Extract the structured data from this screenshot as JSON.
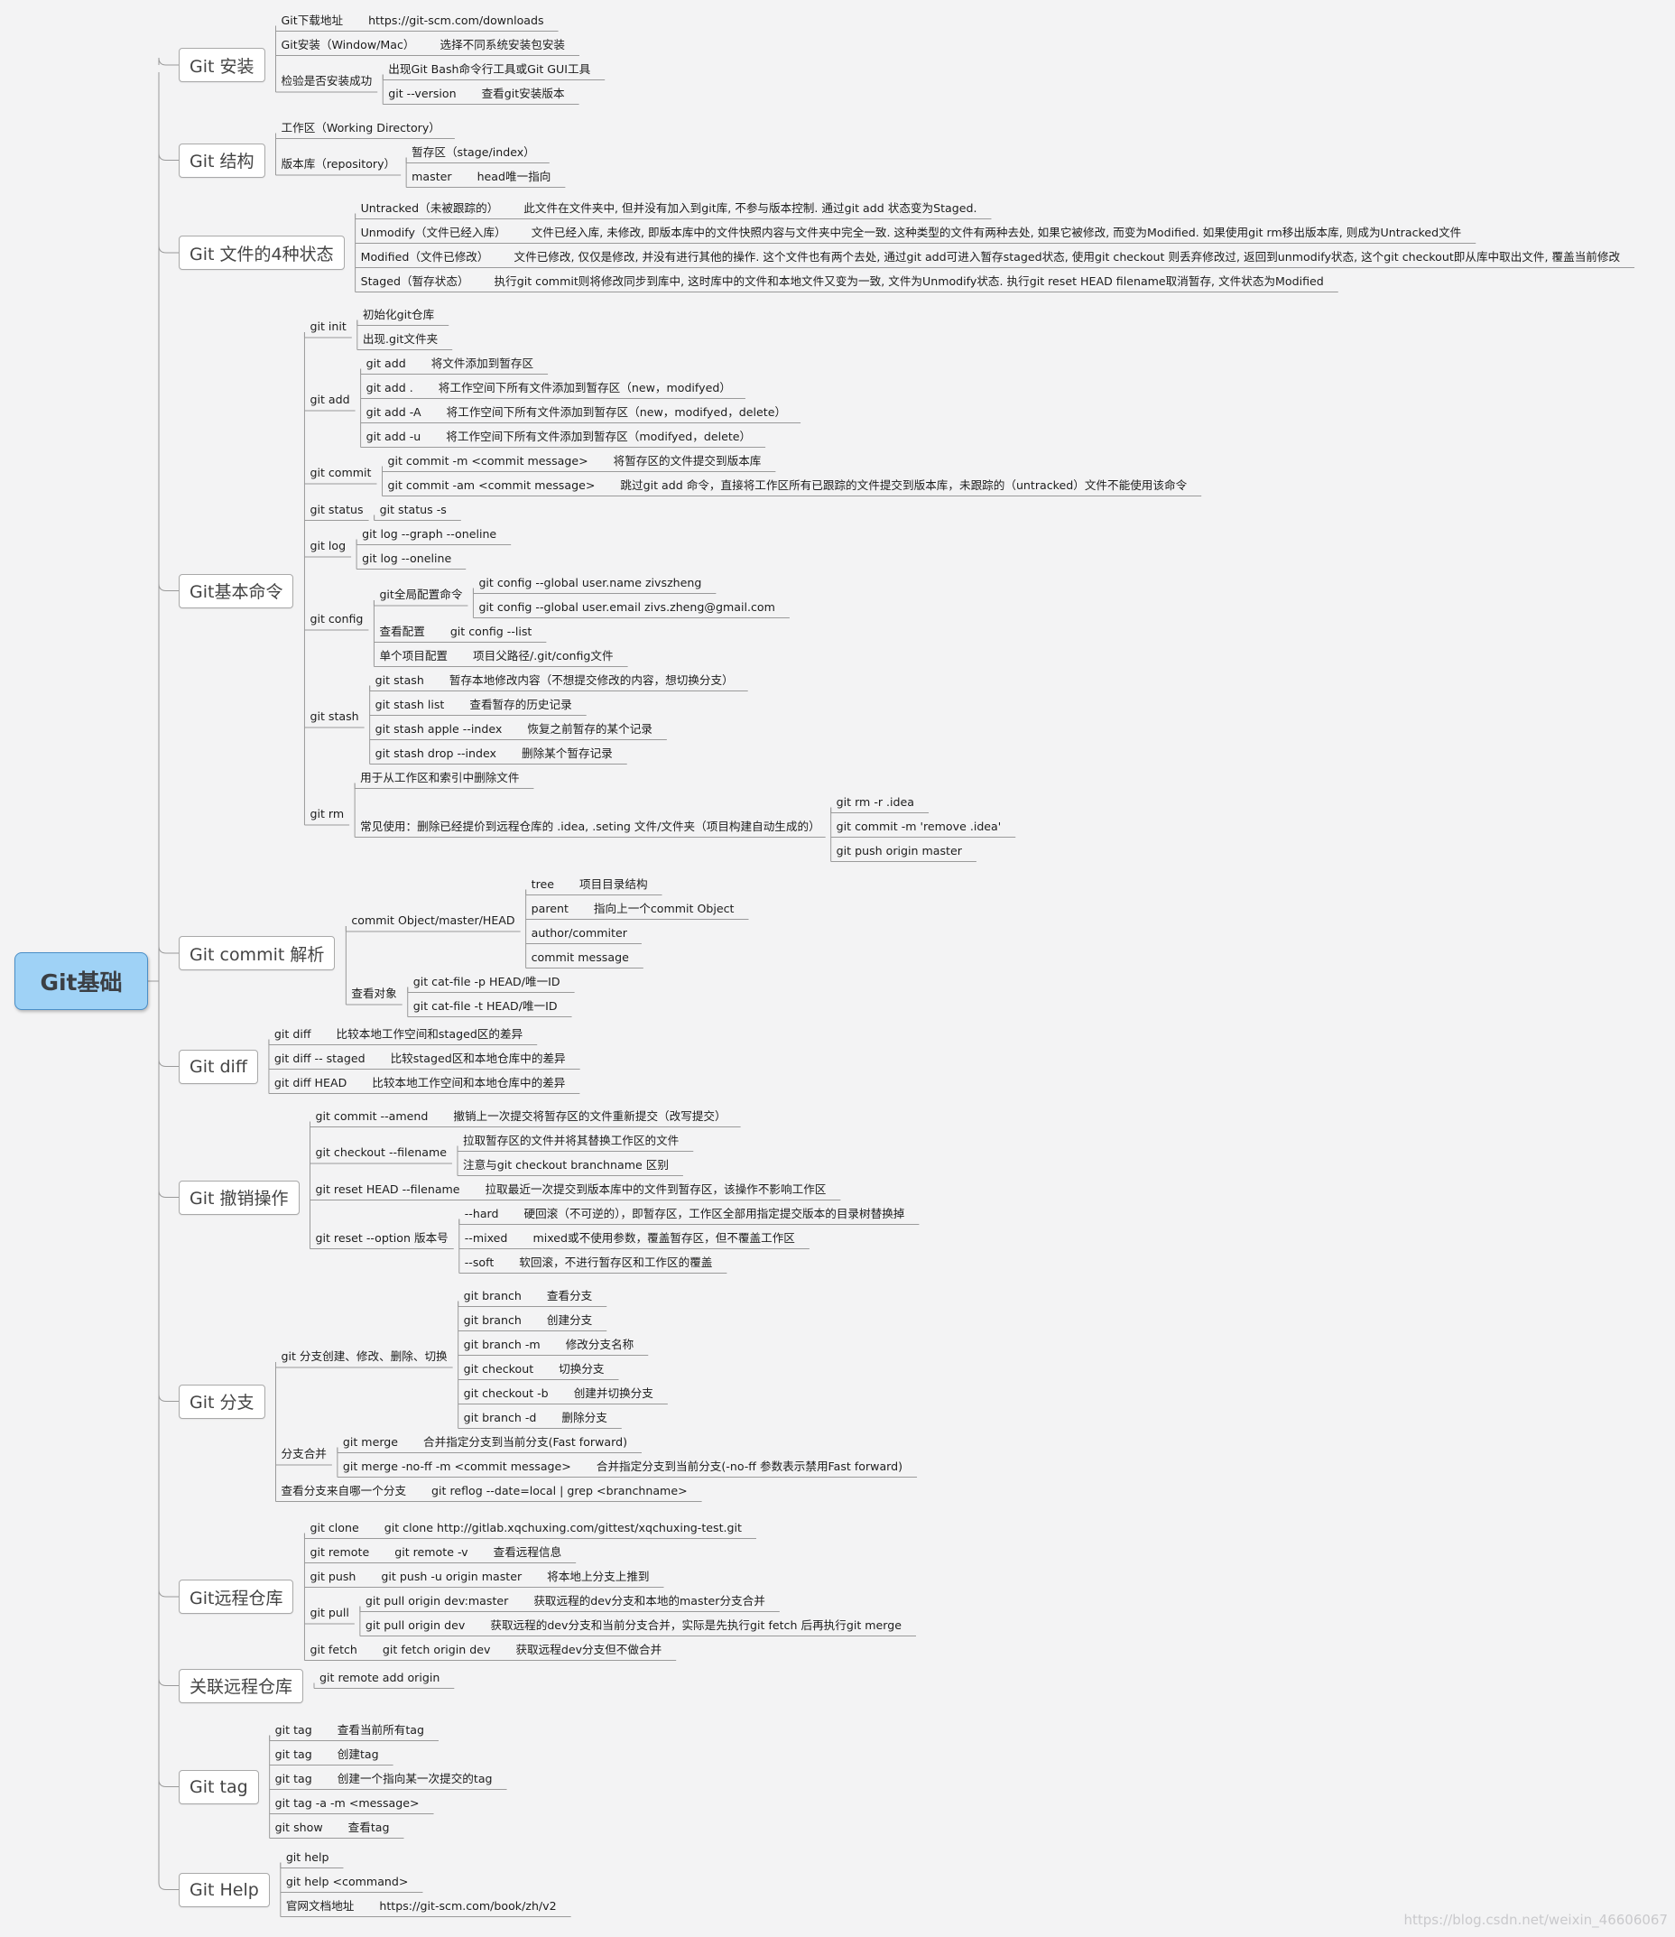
{
  "root": {
    "label": "Git基础"
  },
  "watermark": "https://blog.csdn.net/weixin_46606067",
  "branches": [
    {
      "label": "Git 安装",
      "children": [
        {
          "text": "Git下载地址",
          "detail": "https://git-scm.com/downloads"
        },
        {
          "text": "Git安装（Window/Mac）",
          "detail": "选择不同系统安装包安装"
        },
        {
          "text": "检验是否安装成功",
          "children": [
            {
              "text": "出现Git Bash命令行工具或Git GUI工具"
            },
            {
              "text": "git --version",
              "detail": "查看git安装版本"
            }
          ]
        }
      ]
    },
    {
      "label": "Git 结构",
      "children": [
        {
          "text": "工作区（Working Directory）"
        },
        {
          "text": "版本库（repository）",
          "children": [
            {
              "text": "暂存区（stage/index）"
            },
            {
              "text": "master",
              "detail": "head唯一指向"
            }
          ]
        }
      ]
    },
    {
      "label": "Git 文件的4种状态",
      "children": [
        {
          "text": "Untracked（未被跟踪的）",
          "detail": "此文件在文件夹中, 但并没有加入到git库, 不参与版本控制. 通过git add 状态变为Staged."
        },
        {
          "text": "Unmodify（文件已经入库）",
          "detail": "文件已经入库, 未修改, 即版本库中的文件快照内容与文件夹中完全一致. 这种类型的文件有两种去处, 如果它被修改, 而变为Modified. 如果使用git rm移出版本库, 则成为Untracked文件"
        },
        {
          "text": "Modified（文件已修改）",
          "detail": "文件已修改, 仅仅是修改, 并没有进行其他的操作. 这个文件也有两个去处, 通过git add可进入暂存staged状态, 使用git checkout 则丢弃修改过, 返回到unmodify状态, 这个git checkout即从库中取出文件, 覆盖当前修改"
        },
        {
          "text": "Staged（暂存状态）",
          "detail": "执行git commit则将修改同步到库中, 这时库中的文件和本地文件又变为一致, 文件为Unmodify状态. 执行git reset HEAD filename取消暂存, 文件状态为Modified"
        }
      ]
    },
    {
      "label": "Git基本命令",
      "children": [
        {
          "text": "git init",
          "children": [
            {
              "text": "初始化git仓库"
            },
            {
              "text": "出现.git文件夹"
            }
          ]
        },
        {
          "text": "git add",
          "children": [
            {
              "text": "git add",
              "detail": "将文件添加到暂存区"
            },
            {
              "text": "git add .",
              "detail": "将工作空间下所有文件添加到暂存区（new，modifyed）"
            },
            {
              "text": "git add -A",
              "detail": "将工作空间下所有文件添加到暂存区（new，modifyed，delete）"
            },
            {
              "text": "git add -u",
              "detail": "将工作空间下所有文件添加到暂存区（modifyed，delete）"
            }
          ]
        },
        {
          "text": "git commit",
          "children": [
            {
              "text": "git commit -m <commit message>",
              "detail": "将暂存区的文件提交到版本库"
            },
            {
              "text": "git commit -am <commit message>",
              "detail": "跳过git add 命令，直接将工作区所有已跟踪的文件提交到版本库，未跟踪的（untracked）文件不能使用该命令"
            }
          ]
        },
        {
          "text": "git status",
          "children": [
            {
              "text": "git status -s"
            }
          ]
        },
        {
          "text": "git log",
          "children": [
            {
              "text": "git log --graph --oneline"
            },
            {
              "text": "git log --oneline"
            }
          ]
        },
        {
          "text": "git config",
          "children": [
            {
              "text": "git全局配置命令",
              "children": [
                {
                  "text": "git config --global user.name zivszheng"
                },
                {
                  "text": "git config --global user.email zivs.zheng@gmail.com"
                }
              ]
            },
            {
              "text": "查看配置",
              "detail": "git config --list"
            },
            {
              "text": "单个项目配置",
              "detail": "项目父路径/.git/config文件"
            }
          ]
        },
        {
          "text": "git stash",
          "children": [
            {
              "text": "git stash",
              "detail": "暂存本地修改内容（不想提交修改的内容，想切换分支）"
            },
            {
              "text": "git stash list",
              "detail": "查看暂存的历史记录"
            },
            {
              "text": "git stash apple --index",
              "detail": "恢复之前暂存的某个记录"
            },
            {
              "text": "git stash drop --index",
              "detail": "删除某个暂存记录"
            }
          ]
        },
        {
          "text": "git rm",
          "children": [
            {
              "text": "用于从工作区和索引中删除文件"
            },
            {
              "text": "常见使用：删除已经提价到远程仓库的 .idea, .seting 文件/文件夹（项目构建自动生成的）",
              "children": [
                {
                  "text": "git rm -r .idea"
                },
                {
                  "text": "git commit -m 'remove .idea'"
                },
                {
                  "text": "git push origin master"
                }
              ]
            }
          ]
        }
      ]
    },
    {
      "label": "Git commit 解析",
      "children": [
        {
          "text": "commit Object/master/HEAD",
          "children": [
            {
              "text": "tree",
              "detail": "项目目录结构"
            },
            {
              "text": "parent",
              "detail": "指向上一个commit Object"
            },
            {
              "text": "author/commiter"
            },
            {
              "text": "commit message"
            }
          ]
        },
        {
          "text": "查看对象",
          "children": [
            {
              "text": "git cat-file -p HEAD/唯一ID"
            },
            {
              "text": "git cat-file -t HEAD/唯一ID"
            }
          ]
        }
      ]
    },
    {
      "label": "Git diff",
      "children": [
        {
          "text": "git diff",
          "detail": "比较本地工作空间和staged区的差异"
        },
        {
          "text": "git diff -- staged",
          "detail": "比较staged区和本地仓库中的差异"
        },
        {
          "text": "git diff HEAD",
          "detail": "比较本地工作空间和本地仓库中的差异"
        }
      ]
    },
    {
      "label": "Git 撤销操作",
      "children": [
        {
          "text": "git commit --amend",
          "detail": "撤销上一次提交将暂存区的文件重新提交（改写提交）"
        },
        {
          "text": "git checkout --filename",
          "children": [
            {
              "text": "拉取暂存区的文件并将其替换工作区的文件"
            },
            {
              "text": "注意与git checkout branchname 区别"
            }
          ]
        },
        {
          "text": "git reset HEAD --filename",
          "detail": "拉取最近一次提交到版本库中的文件到暂存区，该操作不影响工作区"
        },
        {
          "text": "git reset --option 版本号",
          "children": [
            {
              "text": "--hard",
              "detail": "硬回滚（不可逆的），即暂存区，工作区全部用指定提交版本的目录树替换掉"
            },
            {
              "text": "--mixed",
              "detail": "mixed或不使用参数，覆盖暂存区，但不覆盖工作区"
            },
            {
              "text": "--soft",
              "detail": "软回滚，不进行暂存区和工作区的覆盖"
            }
          ]
        }
      ]
    },
    {
      "label": "Git 分支",
      "children": [
        {
          "text": "git 分支创建、修改、删除、切换",
          "children": [
            {
              "text": "git branch",
              "detail": "查看分支"
            },
            {
              "text": "git branch",
              "detail": "创建分支"
            },
            {
              "text": "git branch -m",
              "detail": "修改分支名称"
            },
            {
              "text": "git checkout",
              "detail": "切换分支"
            },
            {
              "text": "git checkout -b",
              "detail": "创建并切换分支"
            },
            {
              "text": "git branch -d",
              "detail": "删除分支"
            }
          ]
        },
        {
          "text": "分支合并",
          "children": [
            {
              "text": "git merge",
              "detail": "合并指定分支到当前分支(Fast forward)"
            },
            {
              "text": "git merge -no-ff -m <commit message>",
              "detail": "合并指定分支到当前分支(-no-ff 参数表示禁用Fast forward)"
            }
          ]
        },
        {
          "text": "查看分支来自哪一个分支",
          "detail": "git reflog --date=local | grep <branchname>"
        }
      ]
    },
    {
      "label": "Git远程仓库",
      "children": [
        {
          "text": "git clone",
          "detail": "git clone http://gitlab.xqchuxing.com/gittest/xqchuxing-test.git"
        },
        {
          "text": "git remote",
          "detail": "git remote -v",
          "detail2": "查看远程信息"
        },
        {
          "text": "git push",
          "detail": "git push -u origin master",
          "detail2": "将本地上分支上推到"
        },
        {
          "text": "git pull",
          "children": [
            {
              "text": "git pull origin dev:master",
              "detail": "获取远程的dev分支和本地的master分支合并"
            },
            {
              "text": "git pull origin dev",
              "detail": "获取远程的dev分支和当前分支合并，实际是先执行git fetch 后再执行git merge"
            }
          ]
        },
        {
          "text": "git fetch",
          "detail": "git fetch origin dev",
          "detail2": "获取远程dev分支但不做合并"
        }
      ]
    },
    {
      "label": "关联远程仓库",
      "children": [
        {
          "text": "git remote add origin"
        }
      ]
    },
    {
      "label": "Git tag",
      "children": [
        {
          "text": "git tag",
          "detail": "查看当前所有tag"
        },
        {
          "text": "git tag",
          "detail": "创建tag"
        },
        {
          "text": "git tag",
          "detail": "创建一个指向某一次提交的tag"
        },
        {
          "text": "git tag -a  -m <message>"
        },
        {
          "text": "git show",
          "detail": "查看tag"
        }
      ]
    },
    {
      "label": "Git Help",
      "children": [
        {
          "text": "git help"
        },
        {
          "text": "git help <command>"
        },
        {
          "text": "官网文档地址",
          "detail": "https://git-scm.com/book/zh/v2"
        }
      ]
    }
  ]
}
